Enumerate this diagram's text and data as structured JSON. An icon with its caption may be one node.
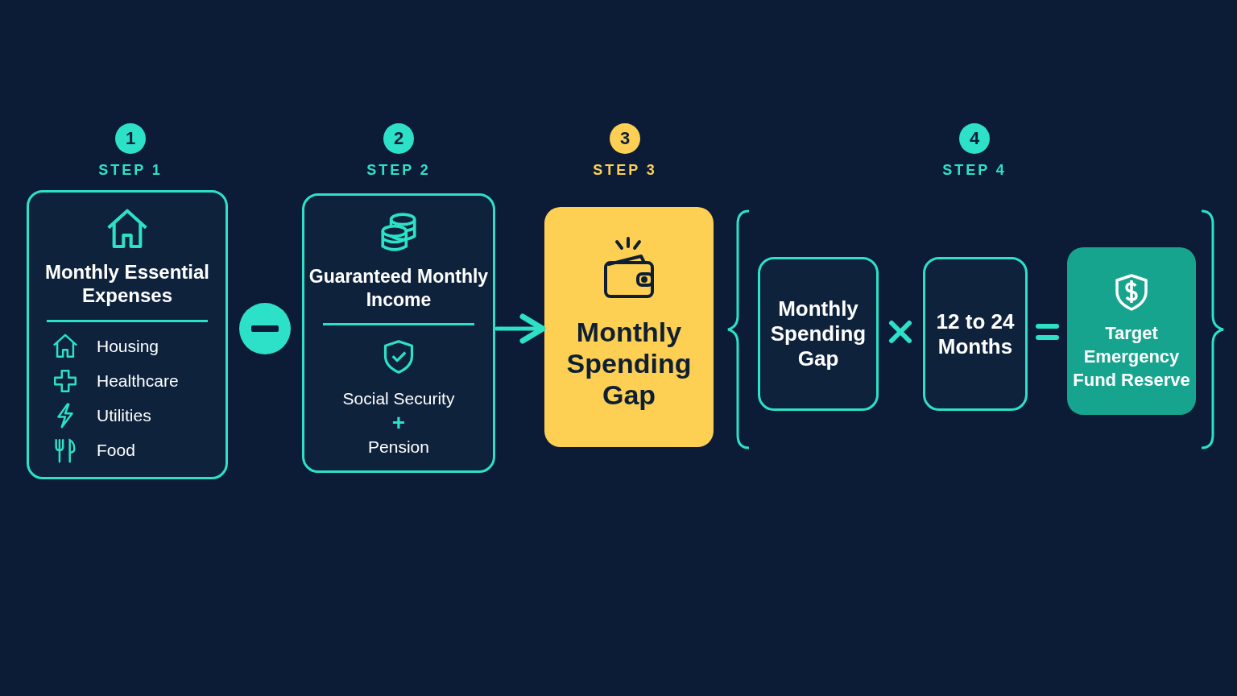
{
  "diagram": {
    "nodes": [
      {
        "text": [
          "Monthly Essential Expenses",
          "Housing",
          "Healthcare",
          "Utilities",
          "Food"
        ],
        "beside": [
          "1",
          "STEP 1"
        ]
      },
      {
        "text": [
          "Guaranteed Monthly Income",
          "Social Security",
          "+",
          "Pension"
        ],
        "beside": [
          "2",
          "STEP 2"
        ]
      },
      {
        "text": [
          "Monthly Spending Gap"
        ],
        "beside": [
          "3",
          "STEP 3"
        ]
      },
      {
        "text": [
          "Monthly Spending Gap"
        ]
      },
      {
        "text": [
          "12 to 24 Months"
        ]
      },
      {
        "text": [
          "Target Emergency Fund Reserve"
        ]
      }
    ],
    "edges": [
      {
        "from": 1,
        "to": 2,
        "arrow": "to"
      }
    ],
    "labels": [
      "4",
      "STEP 4"
    ]
  }
}
